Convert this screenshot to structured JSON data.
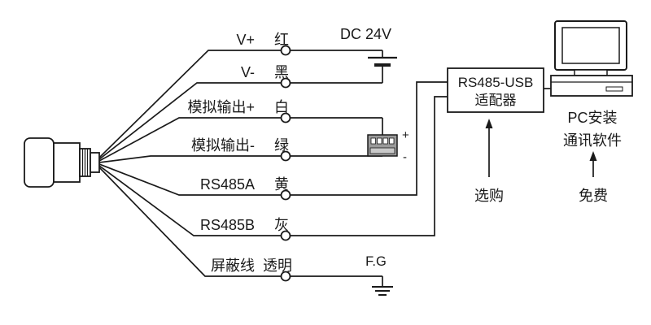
{
  "diagram": {
    "title_hint": "sensor wiring diagram",
    "colors": {
      "background": "#ffffff",
      "line": "#1a1a1a"
    },
    "rows": [
      {
        "label": "V+",
        "color": "红"
      },
      {
        "label": "V-",
        "color": "黑"
      },
      {
        "label": "模拟输出+",
        "color": "白"
      },
      {
        "label": "模拟输出-",
        "color": "绿"
      },
      {
        "label": "RS485A",
        "color": "黄"
      },
      {
        "label": "RS485B",
        "color": "灰"
      },
      {
        "label": "屏蔽线",
        "color": "透明"
      }
    ],
    "power_label": "DC 24V",
    "ground_label": "F.G",
    "plus_sign": "+",
    "minus_sign": "-",
    "adapter": {
      "line1": "RS485-USB",
      "line2": "适配器"
    },
    "pc": {
      "line1": "PC安装",
      "line2": "通讯软件"
    },
    "optional_label": "选购",
    "free_label": "免费"
  }
}
